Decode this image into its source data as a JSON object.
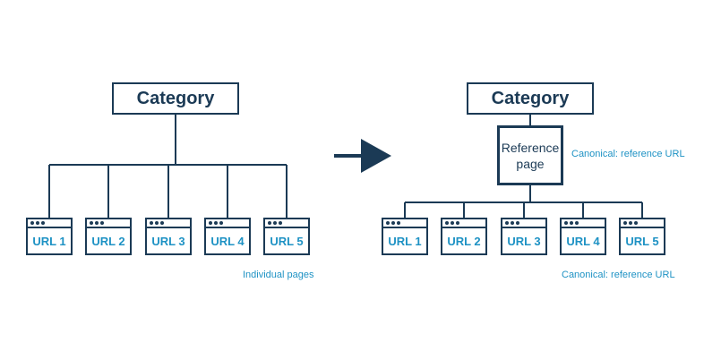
{
  "left": {
    "category_label": "Category",
    "urls": [
      "URL 1",
      "URL 2",
      "URL 3",
      "URL 4",
      "URL 5"
    ],
    "note": "Individual pages"
  },
  "right": {
    "category_label": "Category",
    "reference_line1": "Reference",
    "reference_line2": "page",
    "reference_note": "Canonical: reference URL",
    "urls": [
      "URL 1",
      "URL 2",
      "URL 3",
      "URL 4",
      "URL 5"
    ],
    "note": "Canonical: reference URL"
  },
  "colors": {
    "line": "#1b3a55",
    "accent": "#1e92c4"
  },
  "icons": {
    "transition": "arrow-right-icon",
    "window": "browser-window-icon"
  }
}
